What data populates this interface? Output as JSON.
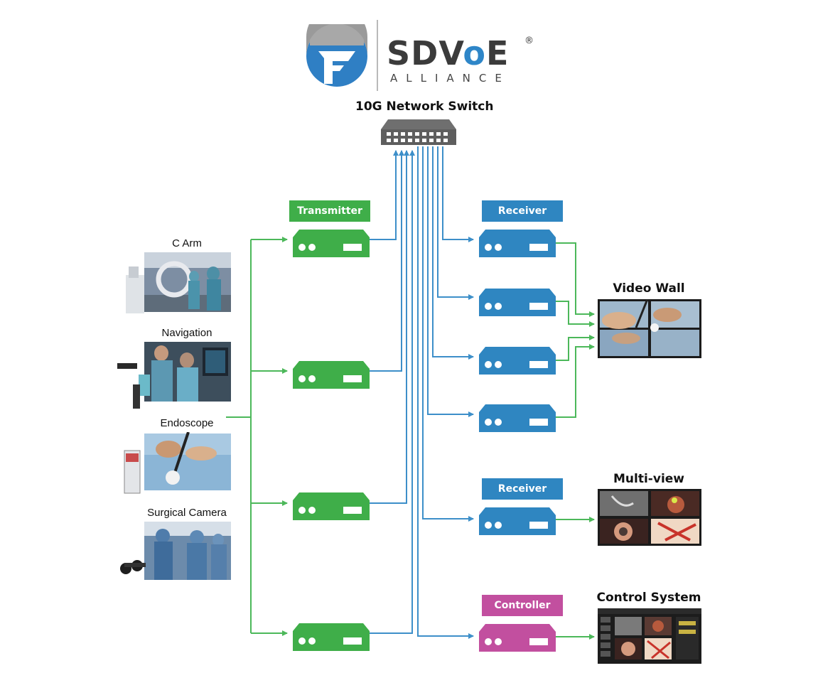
{
  "logo": {
    "brand": "SDVoE",
    "brand_prefix": "SDV",
    "brand_o": "o",
    "brand_e": "E",
    "registered": "®",
    "sub": "ALLIANCE"
  },
  "switch": {
    "title": "10G Network Switch"
  },
  "sources": [
    {
      "label": "C Arm"
    },
    {
      "label": "Navigation"
    },
    {
      "label": "Endoscope"
    },
    {
      "label": "Surgical Camera"
    }
  ],
  "tags": {
    "transmitter": "Transmitter",
    "receiver_top": "Receiver",
    "receiver_mid": "Receiver",
    "controller": "Controller"
  },
  "outputs": {
    "video_wall": "Video Wall",
    "multi_view": "Multi-view",
    "control_system": "Control System"
  },
  "colors": {
    "transmitter": "#3fae49",
    "receiver": "#2f86c1",
    "controller": "#c24f9f",
    "source_lines": "#4cb85a",
    "network_lines": "#3d8fc9"
  }
}
